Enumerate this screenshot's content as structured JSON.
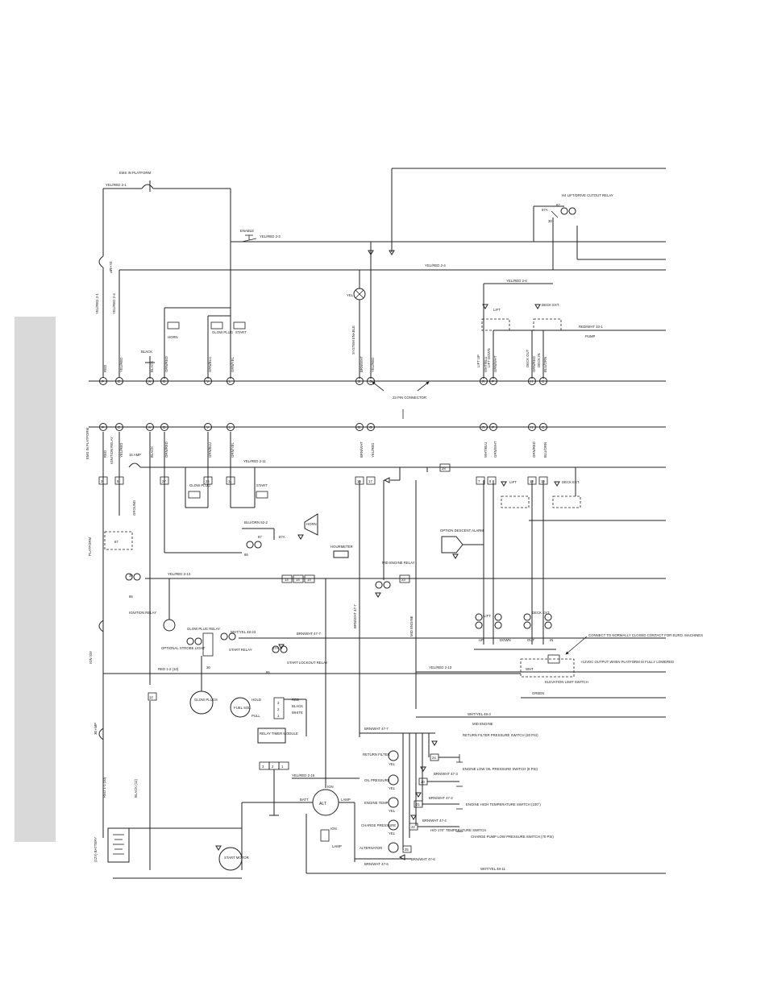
{
  "labels": {
    "ems_in_platform": "EMS IN PLATFORM",
    "enable": "ENABLE",
    "horn": "HORN",
    "glow_plug": "GLOW PLUG",
    "start": "START",
    "black": "BLACK",
    "system_enable": "SYSTEM ENABLE",
    "yel": "YEL",
    "connector_23_pin": "23 PIN CONNECTOR",
    "lift": "LIFT",
    "deck_ext": "DECK EXT.",
    "pump": "PUMP",
    "lift_up": "LIFT UP",
    "lift_down": "LIFT DOWN",
    "deck_out": "DECK OUT",
    "deck_in": "DECK IN",
    "h4_lift_drive_cutout_relay": "H4 LIFT/DRIVE CUTOUT RELAY",
    "amp_15": "15 AMP",
    "amp_30": "30 AMP",
    "glow_plugs": "GLOW PLUGS",
    "optional_strobe_light": "OPTIONAL STROBE LIGHT",
    "glow_plug_relay": "GLOW PLUG RELAY",
    "start_relay": "START RELAY",
    "start_lockout_relay": "START LOCKOUT RELAY",
    "ignition_relay": "IGNITION RELAY",
    "hourmeter": "HOURMETER",
    "mid_engine_relay": "MID ENGINE RELAY",
    "option_descent_alarm": "OPTION DESCENT ALARM",
    "fuel_sol": "FUEL SOL.",
    "relay_timer_module": "RELAY TIMER MODULE",
    "alt": "ALT",
    "start_motor": "START MOTOR",
    "battery": "(12V) BATTERY",
    "ign": "IGN",
    "lamp": "LAMP",
    "batt": "BATT",
    "return_filter": "RETURN FILTER",
    "oil_pressure": "OIL PRESSURE",
    "engine_temp": "ENGINE TEMP",
    "charge_pressure": "CHARGE PRESSURE",
    "alternator": "ALTERNATOR",
    "return_filter_pressure_switch": "RETURN FILTER PRESSURE SWITCH (30 PSI)",
    "engine_low_oil_pressure_switch": "ENGINE LOW OIL PRESSURE SWITCH (8 PSI)",
    "engine_high_temperature_switch": "ENGINE HIGH TEMPERATURE SWITCH (100°)",
    "charge_pump_low_pressure_switch": "CHARGE PUMP LOW PRESSURE SWITCH (70 PSI)",
    "hyd_temperature_switch": "H/O 170° TEMPERATURE SWITCH",
    "connect_note": "CONNECT TO NORMALLY CLOSED CONTACT FOR EURO. MACHINES",
    "output_note": "+12VDC OUTPUT WHEN PLATFORM IS FULLY LOWERED",
    "elevation_limit_switch": "ELEVATION LIMIT SWITCH",
    "wht": "WHT",
    "green": "GREEN",
    "hold": "HOLD",
    "red": "RED",
    "white": "WHITE",
    "pull": "PULL",
    "mid_engine": "MID ENGINE",
    "platform": "PLATFORM",
    "ground": "GROUND",
    "up": "UP",
    "down": "DOWN",
    "in": "IN",
    "out": "OUT",
    "ign_sw": "IGN SW"
  },
  "wire_labels": {
    "yel_red_2_1": "YEL/RED 2-1",
    "yel_red_2_3": "YEL/RED 2-3",
    "yel_red_2_4": "YEL/RED 2-4",
    "yel_red_2_6": "YEL/RED 2-6",
    "yel_red_2_11": "YEL/RED 2-11",
    "yel_red_2_13": "YEL/RED 2-13",
    "yel_red_2_15": "YEL/RED 2-15",
    "red_wht_33_1": "RED/WHT 33-1",
    "blu_org_52_2": "BLU/ORN 52-2",
    "wht_yel_48_23": "WHT/YEL 48-23",
    "brn_wht_47_7": "BRN/WHT 47-7",
    "brn_wht_47_2": "BRN/WHT 47-2",
    "brn_wht_47_3": "BRN/WHT 47-3",
    "brn_wht_47_4": "BRN/WHT 47-4",
    "brn_wht_47_6": "BRN/WHT 47-6",
    "wht_yel_48_11": "WHT/YEL 48-11",
    "wht_yel_48_3": "WHT/YEL 48-3",
    "red_1_2_10": "RED 1-2 (10)",
    "red_1_1_10": "RED 1-1 (10)",
    "black_12": "BLACK (12)",
    "red_11_1": "RED"
  },
  "pin_letters_top": [
    "P",
    "E",
    "A",
    "D",
    "V",
    "L",
    "B",
    "G",
    "R",
    "F",
    "H",
    "C"
  ],
  "pin_letters_bottom": [
    "P",
    "E",
    "A",
    "D",
    "V",
    "L",
    "B",
    "G",
    "R",
    "F",
    "H",
    "C"
  ],
  "pin_wire_top": [
    "RED",
    "YEL/RED",
    "BLACK",
    "ORN/RED",
    "GRN/BLU",
    "GRN/YEL",
    "BRN/WHT",
    "YEL/RED",
    "WHT/BLU",
    "GRN/WHT",
    "ORN/RED",
    "BLU/ORN"
  ],
  "pin_wire_bottom": [
    "RED",
    "YEL/RED",
    "BLACK",
    "ORN/RED",
    "GRN/BLU",
    "GRN/YEL",
    "BRN/WHT",
    "YEL/RED",
    "WHT/BLU",
    "GRN/WHT",
    "ORN/RED",
    "BLU/ORN"
  ],
  "terminals": {
    "t3": "3",
    "t6": "6",
    "t27": "27",
    "t26": "26",
    "t11": "11",
    "t12": "12",
    "t28": "28",
    "t9": "9",
    "t14": "14",
    "t15": "15",
    "t23": "23",
    "t18": "18",
    "t20": "20",
    "t21": "21",
    "t22": "22",
    "t10": "10",
    "t8": "8",
    "t13": "13",
    "t24": "24",
    "t25": "25",
    "t19": "19",
    "t17": "17",
    "t29": "29",
    "t7": "7"
  },
  "relay_pins": {
    "p30": "30",
    "p87": "87",
    "p87a": "87A",
    "p85": "85",
    "p86": "86"
  },
  "module_pins": {
    "m1": "1",
    "m2": "2",
    "m3": "3"
  },
  "alt_pins": {
    "ign": "IGN",
    "batt": "BATT",
    "lamp": "LAMP"
  },
  "colors": {
    "sidebar": "#d9d9d9",
    "ink": "#222222"
  }
}
